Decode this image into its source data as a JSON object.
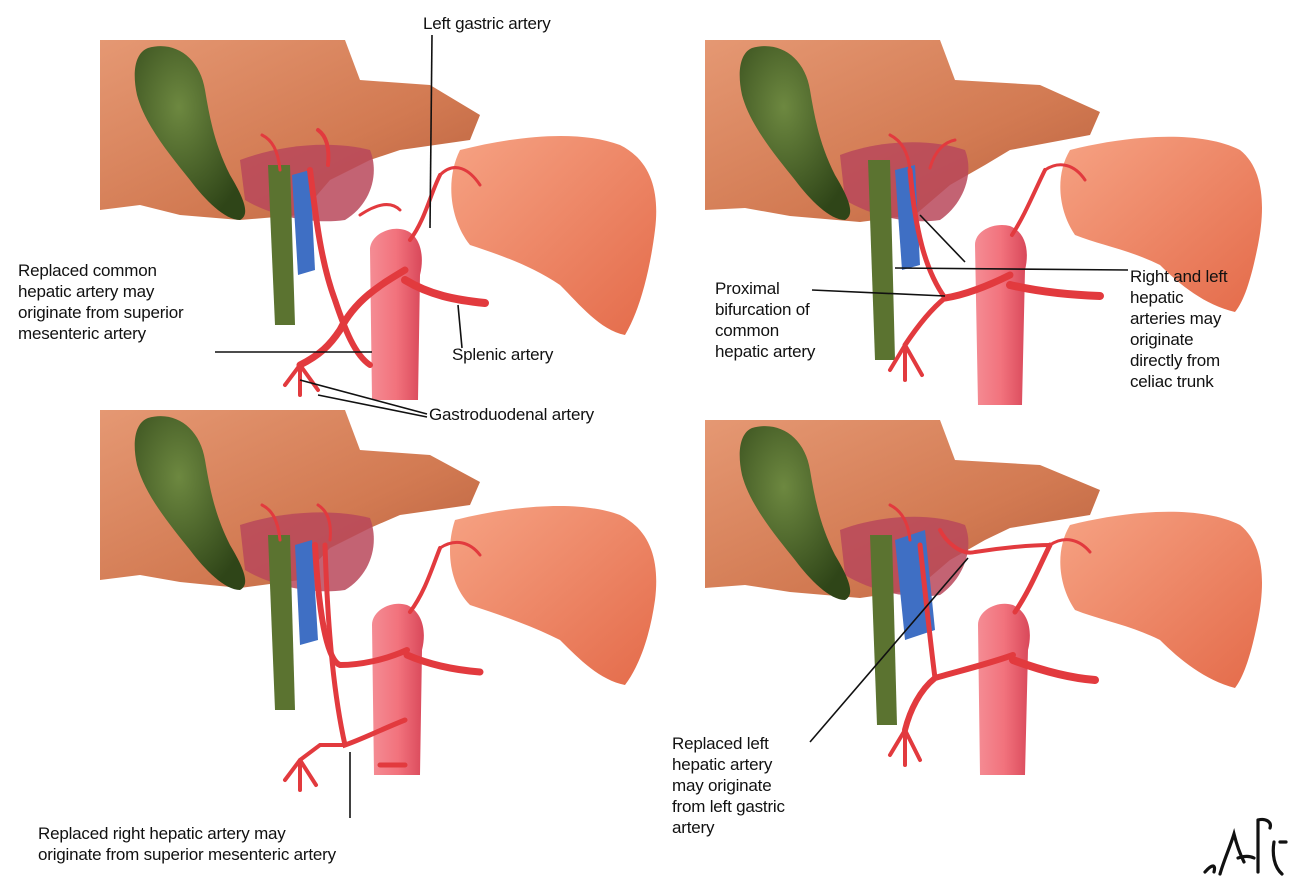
{
  "labels": {
    "left_gastric_artery": "Left gastric artery",
    "replaced_common_hepatic": "Replaced common\nhepatic artery may\noriginate from superior\nmesenteric artery",
    "splenic_artery": "Splenic artery",
    "gastroduodenal_artery": "Gastroduodenal artery",
    "proximal_bifurcation": "Proximal\nbifurcation of\ncommon\nhepatic artery",
    "right_and_left_hepatic": "Right and left\nhepatic\narteries may\noriginate\ndirectly from\nceliac trunk",
    "replaced_right_hepatic": "Replaced right hepatic artery may\noriginate from superior mesenteric artery",
    "replaced_left_hepatic": "Replaced left\nhepatic artery\nmay originate\nfrom left gastric\nartery"
  },
  "colors": {
    "liver": "#d9825a",
    "liver_light": "#ecaa84",
    "stomach": "#ef8a66",
    "artery": "#e23a3e",
    "vein": "#3f6fc4",
    "bile_duct": "#4f6a2c",
    "gallbladder": "#3f5a22",
    "aorta": "#f06a74",
    "leader_line": "#111111"
  },
  "signature": {
    "name": "signature-mark"
  }
}
